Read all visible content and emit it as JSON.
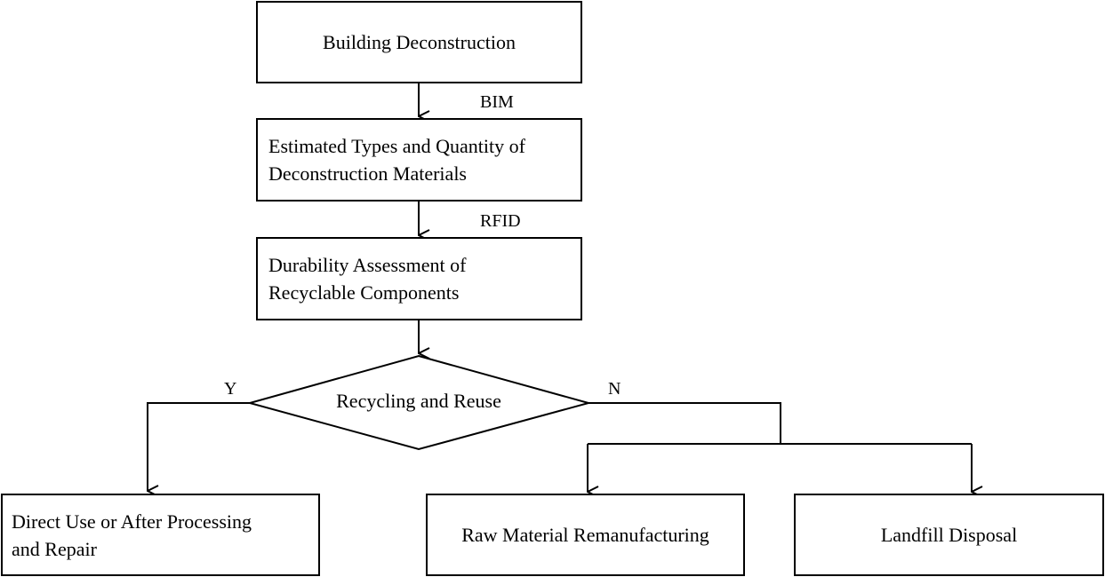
{
  "nodes": {
    "building_deconstruction": "Building Deconstruction",
    "estimated_types_line1": "Estimated Types and Quantity of",
    "estimated_types_line2": "Deconstruction Materials",
    "durability_line1": "Durability Assessment of",
    "durability_line2": "Recyclable Components",
    "decision": "Recycling and Reuse",
    "direct_use_line1": "Direct Use or After Processing",
    "direct_use_line2": "and Repair",
    "raw_material": "Raw Material Remanufacturing",
    "landfill": "Landfill Disposal"
  },
  "edge_labels": {
    "bim": "BIM",
    "rfid": "RFID",
    "yes": "Y",
    "no": "N"
  },
  "colors": {
    "stroke": "#000000",
    "background": "#ffffff"
  }
}
